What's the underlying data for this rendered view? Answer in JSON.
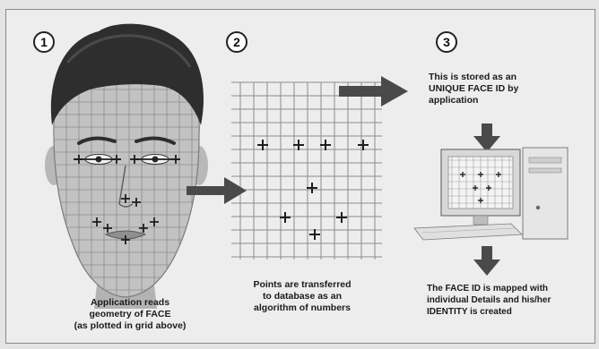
{
  "steps": [
    {
      "number": "1",
      "caption": [
        "Application reads",
        "geometry of FACE",
        "(as plotted in grid above)"
      ]
    },
    {
      "number": "2",
      "caption": [
        "Points are transferred",
        "to database as an",
        "algorithm of numbers"
      ]
    },
    {
      "number": "3",
      "caption": [
        "This is stored as an",
        "UNIQUE FACE ID by",
        "application"
      ]
    }
  ],
  "final_caption": [
    "The FACE ID is mapped with",
    "individual Details and his/her",
    "IDENTITY is created"
  ],
  "colors": {
    "arrow": "#4a4a4a",
    "grid": "#8c8c8c",
    "skin": "#bdbdbd",
    "hair": "#2e2e2e",
    "background": "#ededed"
  },
  "icons": [
    "face-icon",
    "point-grid-icon",
    "computer-icon",
    "arrow-right-icon",
    "arrow-down-icon"
  ]
}
